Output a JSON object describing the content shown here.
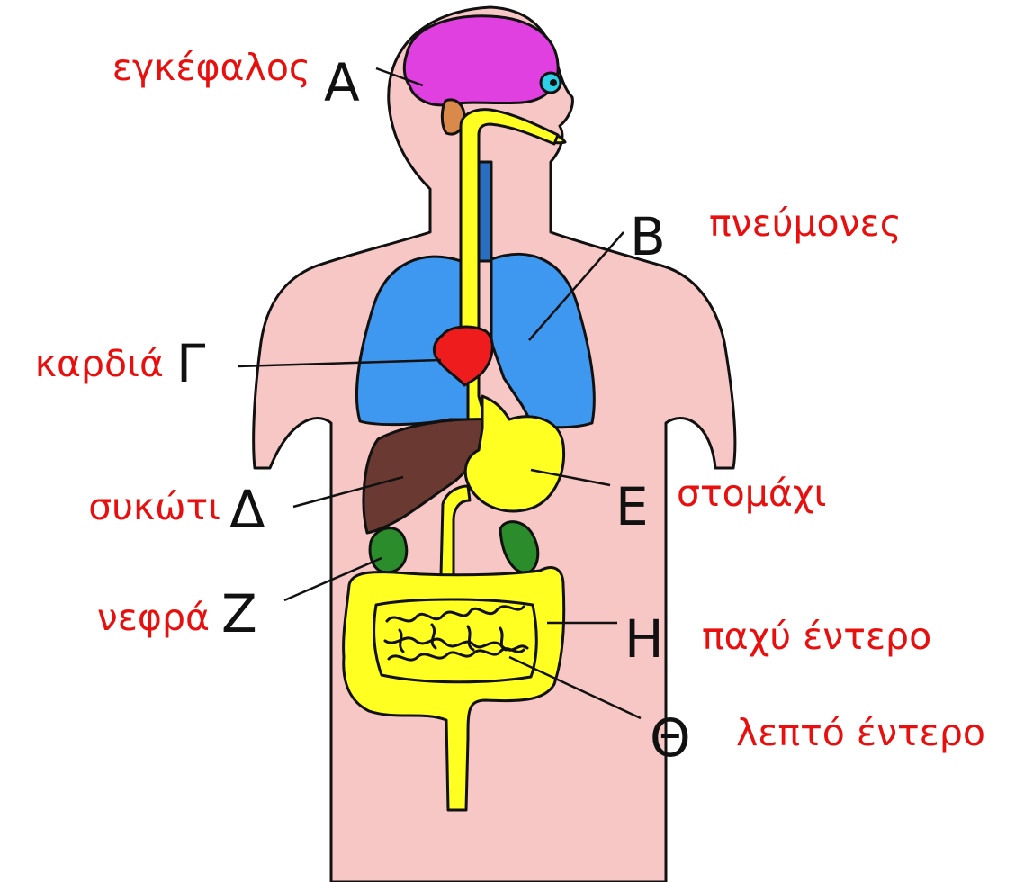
{
  "colors": {
    "label_text": "#e8100e",
    "body": "#f6c7c4",
    "brain": "#e040e0",
    "eye": "#2cd0e8",
    "ear": "#d98a4a",
    "lungs": "#3f98f0",
    "heart": "#ee1c1c",
    "liver": "#6a3a32",
    "stomach": "#ffff22",
    "kidneys": "#2a8c2a",
    "intestine": "#ffff22",
    "airway": "#2a6ec0"
  },
  "labels": {
    "A": {
      "letter": "Α",
      "name": "εγκέφαλος"
    },
    "B": {
      "letter": "Β",
      "name": "πνεύμονες"
    },
    "G": {
      "letter": "Γ",
      "name": "καρδιά"
    },
    "D": {
      "letter": "Δ",
      "name": "συκώτι"
    },
    "E": {
      "letter": "Ε",
      "name": "στομάχι"
    },
    "Z": {
      "letter": "Ζ",
      "name": "νεφρά"
    },
    "H": {
      "letter": "Η",
      "name": "παχύ έντερο"
    },
    "TH": {
      "letter": "Θ",
      "name": "λεπτό έντερο"
    }
  }
}
